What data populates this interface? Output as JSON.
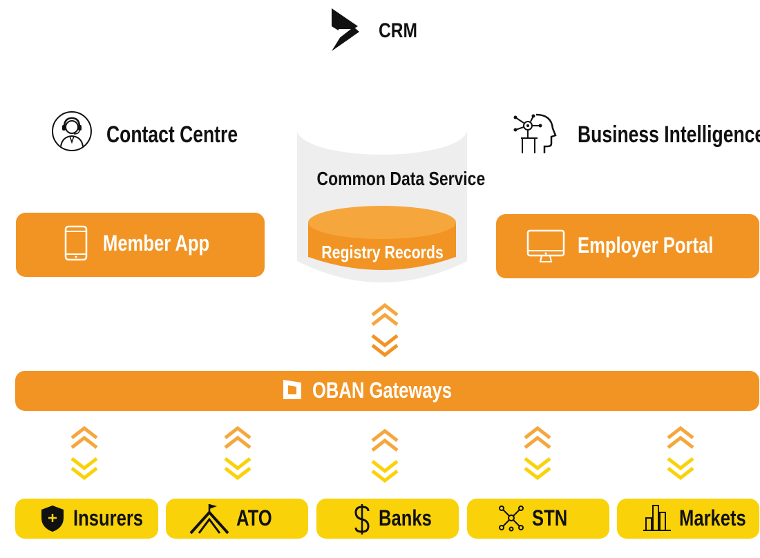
{
  "header": {
    "crm_label": "CRM",
    "crm_icon": "dynamics-logo-icon"
  },
  "contact_centre": {
    "label": "Contact Centre",
    "icon": "headset-agent-icon"
  },
  "business_intelligence": {
    "label": "Business Intelligence",
    "icon": "ai-head-icon"
  },
  "common_data_service": {
    "label": "Common Data Service",
    "inner_label": "Registry Records"
  },
  "member_app": {
    "label": "Member App",
    "icon": "mobile-phone-icon"
  },
  "employer_portal": {
    "label": "Employer Portal",
    "icon": "monitor-icon"
  },
  "gateway": {
    "label": "OBAN Gateways",
    "icon": "oban-logo-icon"
  },
  "endpoints": [
    {
      "label": "Insurers",
      "icon": "shield-plus-icon"
    },
    {
      "label": "ATO",
      "icon": "parliament-flag-icon"
    },
    {
      "label": "Banks",
      "icon": "dollar-icon"
    },
    {
      "label": "STN",
      "icon": "network-nodes-icon"
    },
    {
      "label": "Markets",
      "icon": "bar-chart-icon"
    }
  ],
  "colors": {
    "orange": "#f29423",
    "light_orange": "#f7b34a",
    "yellow": "#f9d20a",
    "cylinder_grey": "#eeeeef"
  }
}
